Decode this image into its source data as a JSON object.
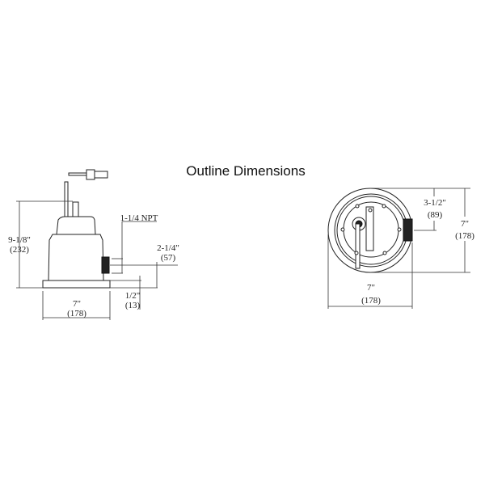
{
  "title": "Outline Dimensions",
  "side_view": {
    "height_in": "9-1/8\"",
    "height_mm": "(232)",
    "npt_label": "1-1/4 NPT",
    "outlet_height_in": "2-1/4\"",
    "outlet_height_mm": "(57)",
    "base_in": "1/2\"",
    "base_mm": "(13)",
    "width_in": "7\"",
    "width_mm": "(178)"
  },
  "top_view": {
    "offset_in": "3-1/2\"",
    "offset_mm": "(89)",
    "depth_in": "7\"",
    "depth_mm": "(178)",
    "width_in": "7\"",
    "width_mm": "(178)"
  }
}
